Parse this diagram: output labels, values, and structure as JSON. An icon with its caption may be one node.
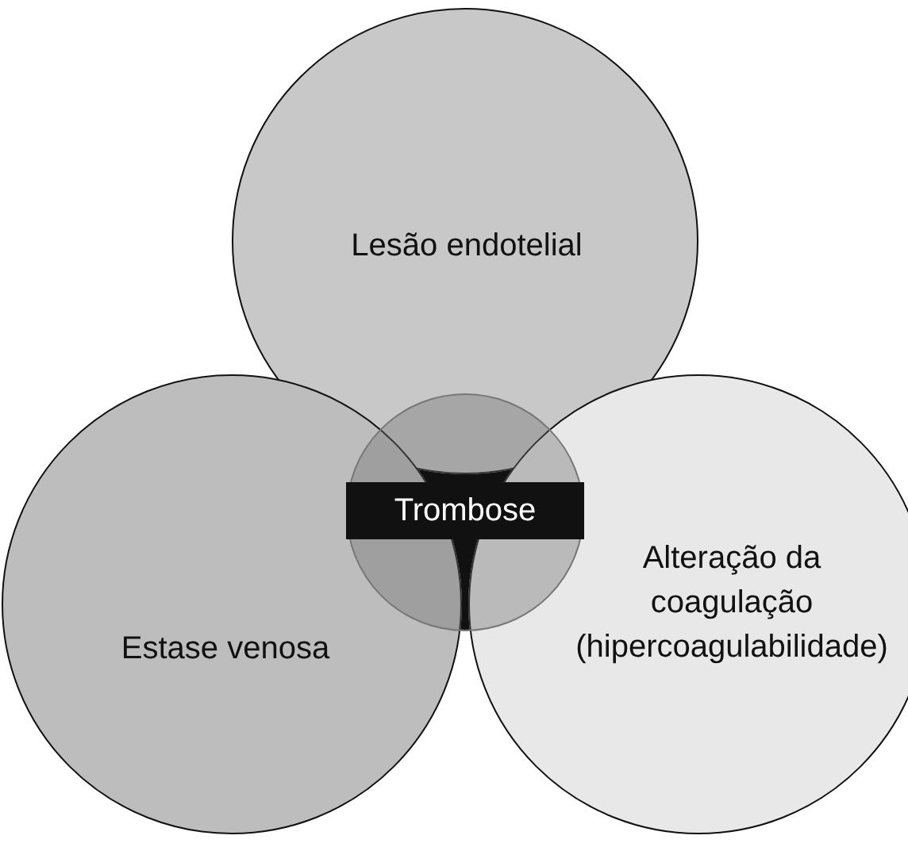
{
  "diagram": {
    "nodes": [
      {
        "text": [
          "Lesão endotelial"
        ]
      },
      {
        "text": [
          "Estase venosa"
        ]
      },
      {
        "text": [
          "Alteração da coagulação (hipercoagulabilidade)"
        ]
      },
      {
        "text": [
          "Trombose"
        ]
      }
    ]
  }
}
